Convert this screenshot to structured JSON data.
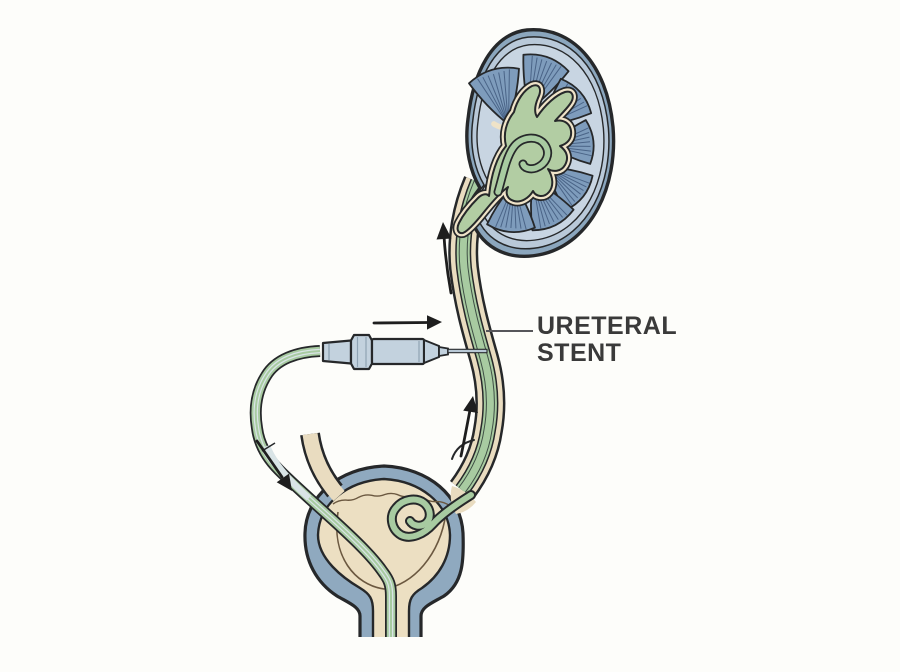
{
  "label": {
    "text_line1": "URETERAL",
    "text_line2": "STENT"
  },
  "arrows": {
    "upper_ureter_direction": "up",
    "pusher_direction": "right",
    "lower_ureter_direction": "up",
    "catheter_direction": "down-right"
  },
  "palette": {
    "background": "#fdfdfa",
    "outline": "#26282a",
    "kidney_rim": "#8ba6bd",
    "kidney_band": "#b9c9d9",
    "kidney_cortex": "#c8d5e2",
    "pyramid": "#7e9cbc",
    "pyramid_lines": "#4a6487",
    "calyx_cream": "#efe3c8",
    "ureter_wall": "#e9dcc0",
    "stent_green": "#a8cba1",
    "stent_line": "#3e4f44",
    "pelvis_green": "#b2cda3",
    "bladder_wall": "#8fa9bf",
    "bladder_lumen": "#ecdfc2",
    "bladder_contour": "#6b5840",
    "device_body": "#c3d2de",
    "device_detail": "#8fa3b4",
    "device_needle": "#b9c9d6",
    "catheter_pale": "#d9e4e6",
    "arrow": "#1e1e1e",
    "label_text": "#3a3a3a",
    "leader_line": "#56565a"
  }
}
